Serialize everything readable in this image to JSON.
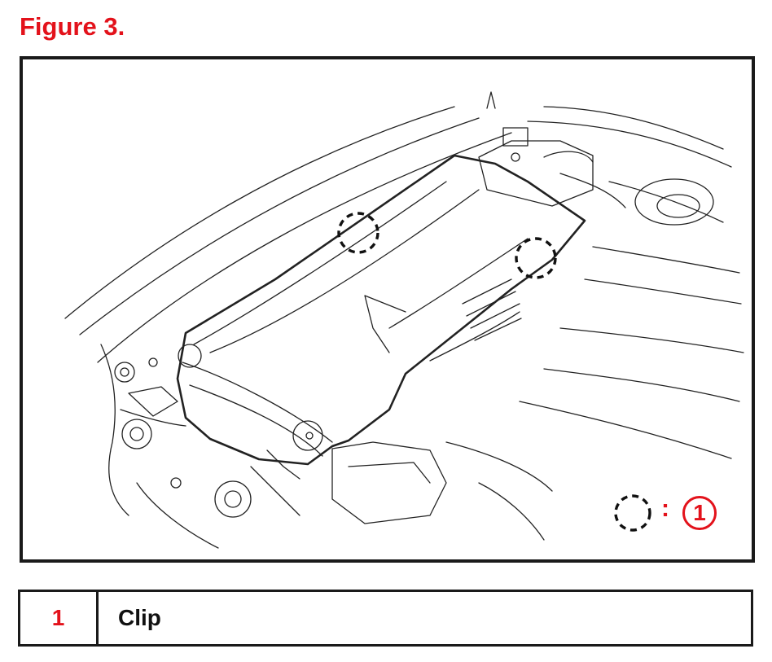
{
  "figure": {
    "title": "Figure 3."
  },
  "diagram": {
    "key_symbol": "dashed-circle-icon",
    "key_separator": ":",
    "key_number": "1",
    "accent_color": "#e3121b"
  },
  "legend": {
    "rows": [
      {
        "number": "1",
        "label": "Clip"
      }
    ]
  }
}
